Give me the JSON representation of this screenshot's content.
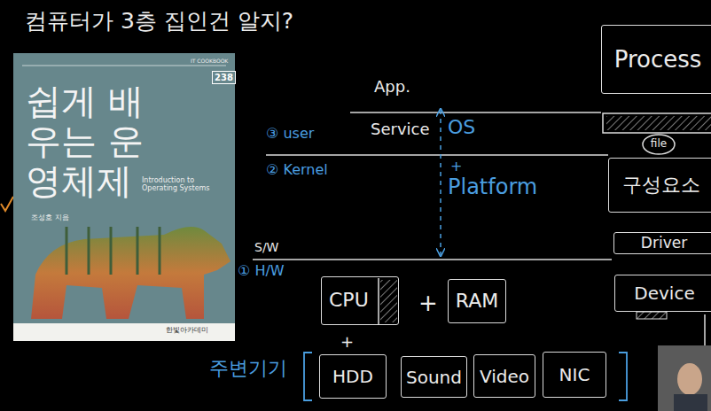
{
  "diagram": {
    "title": "컴퓨터가 3층 집인건 알지?",
    "nodes": [
      {
        "text": [
          "IT COOKBOOK",
          "238",
          "쉽게 배우는 운영체제",
          "Introduction to Operating Systems",
          "조성호 지음",
          "한빛아카데미"
        ]
      },
      {
        "text": [
          "Process"
        ]
      },
      {
        "text": [
          "file"
        ]
      },
      {
        "text": [
          "구성요소"
        ]
      },
      {
        "text": [
          "Driver"
        ]
      },
      {
        "text": [
          "CPU"
        ]
      },
      {
        "text": [
          "RAM"
        ]
      },
      {
        "text": [
          "Device"
        ]
      },
      {
        "text": [
          "HDD"
        ]
      },
      {
        "text": [
          "Sound"
        ]
      },
      {
        "text": [
          "Video"
        ]
      },
      {
        "text": [
          "NIC"
        ]
      }
    ],
    "labels": [
      "App.",
      "Service",
      "OS",
      "③ user",
      "+",
      "② Kernel",
      "Platform",
      "S/W",
      "① H/W",
      "+",
      "+",
      "주변기기"
    ]
  }
}
